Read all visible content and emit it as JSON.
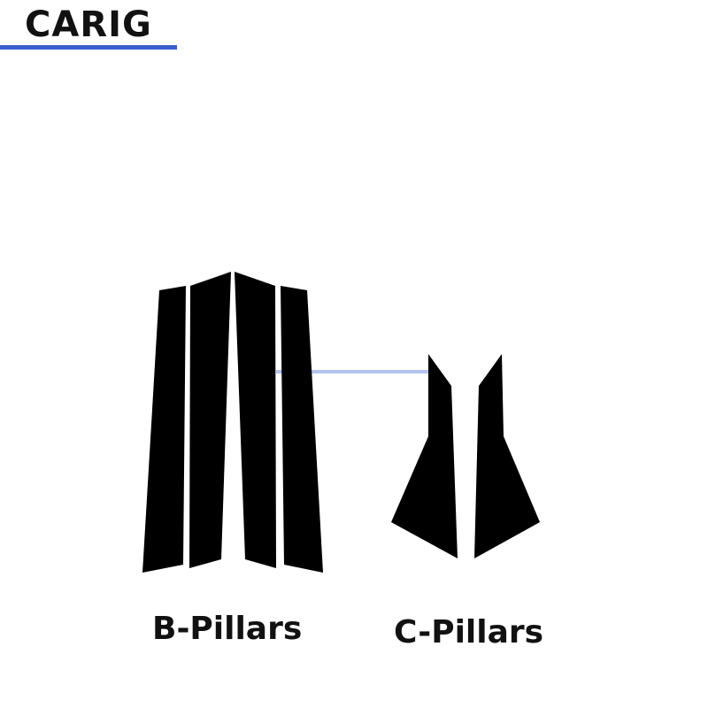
{
  "brand": {
    "name": "CARIG",
    "accent_color": "#3a5fcd"
  },
  "colors": {
    "part_fill": "#000000",
    "watermark_line": "#9aaee8"
  },
  "groups": [
    {
      "label": "B-Pillars",
      "pieces": 4
    },
    {
      "label": "C-Pillars",
      "pieces": 2
    }
  ]
}
